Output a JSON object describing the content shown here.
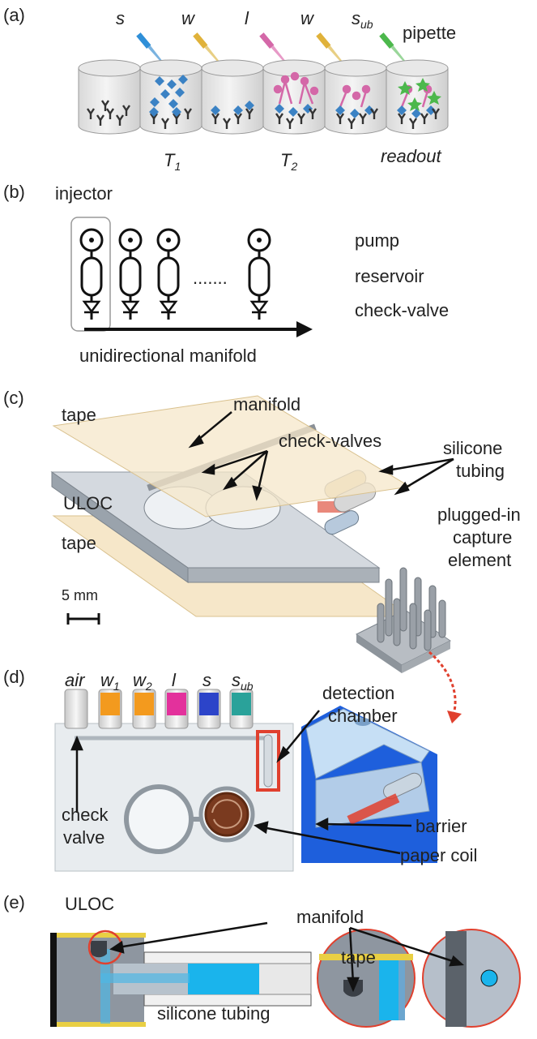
{
  "panels": {
    "a": {
      "tag": "(a)",
      "reagents": [
        "s",
        "w",
        "l",
        "w",
        "s",
        "ub"
      ],
      "pipette_label": "pipette",
      "steps": [
        "T",
        "1",
        "T",
        "2",
        "readout"
      ]
    },
    "b": {
      "tag": "(b)",
      "injector_label": "injector",
      "legend": [
        "pump",
        "reservoir",
        "check-valve"
      ],
      "ellipsis": ".......",
      "manifold_label": "unidirectional manifold"
    },
    "c": {
      "tag": "(c)",
      "labels": {
        "tape_top": "tape",
        "manifold": "manifold",
        "check_valves": "check-valves",
        "silicone_tubing_1": "silicone",
        "silicone_tubing_2": "tubing",
        "uloc": "ULOC",
        "plugged_1": "plugged-in",
        "plugged_2": "capture",
        "plugged_3": "element",
        "tape_bottom": "tape",
        "scale": "5 mm"
      }
    },
    "d": {
      "tag": "(d)",
      "tubes": [
        "air",
        "w",
        "1",
        "w",
        "2",
        "l",
        "s",
        "s",
        "ub"
      ],
      "labels": {
        "detection_1": "detection",
        "detection_2": "chamber",
        "check_1": "check",
        "check_2": "valve",
        "barrier": "barrier",
        "paper_coil": "paper coil"
      }
    },
    "e": {
      "tag": "(e)",
      "labels": {
        "uloc": "ULOC",
        "manifold": "manifold",
        "tape": "tape",
        "silicone_tubing": "silicone tubing"
      }
    }
  },
  "colors": {
    "blue_reagent": "#3b82c4",
    "pink_reagent": "#d468a8",
    "green_reagent": "#4cb84c",
    "tape": "#f6e7c9",
    "block": "#c9cfd6",
    "red_highlight": "#e0402e",
    "water_blue": "#1ab4ec"
  }
}
